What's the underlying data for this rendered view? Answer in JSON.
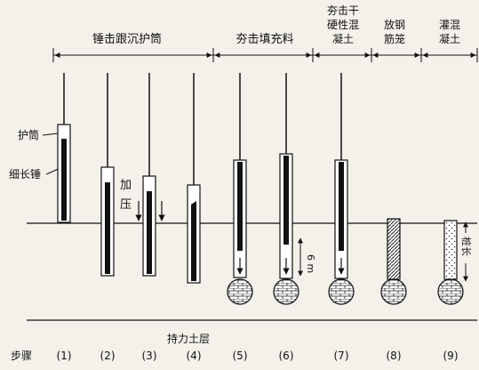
{
  "phases": [
    {
      "label": "锤击跟沉护筒"
    },
    {
      "label": "夯击填充料"
    },
    {
      "label_lines": [
        "夯击干",
        "硬性混",
        "凝土"
      ]
    },
    {
      "label_lines": [
        "放钢",
        "筋笼"
      ]
    },
    {
      "label_lines": [
        "灌混",
        "凝土"
      ]
    }
  ],
  "annotations": {
    "casing": "护筒",
    "hammer": "细长锤",
    "pressure": "加压",
    "depth": "6 m",
    "pile_length": "桩长",
    "bearing_layer": "持力土层"
  },
  "steps_label": "步骤",
  "steps": [
    "(1)",
    "(2)",
    "(3)",
    "(4)",
    "(5)",
    "(6)",
    "(7)",
    "(8)",
    "(9)"
  ]
}
